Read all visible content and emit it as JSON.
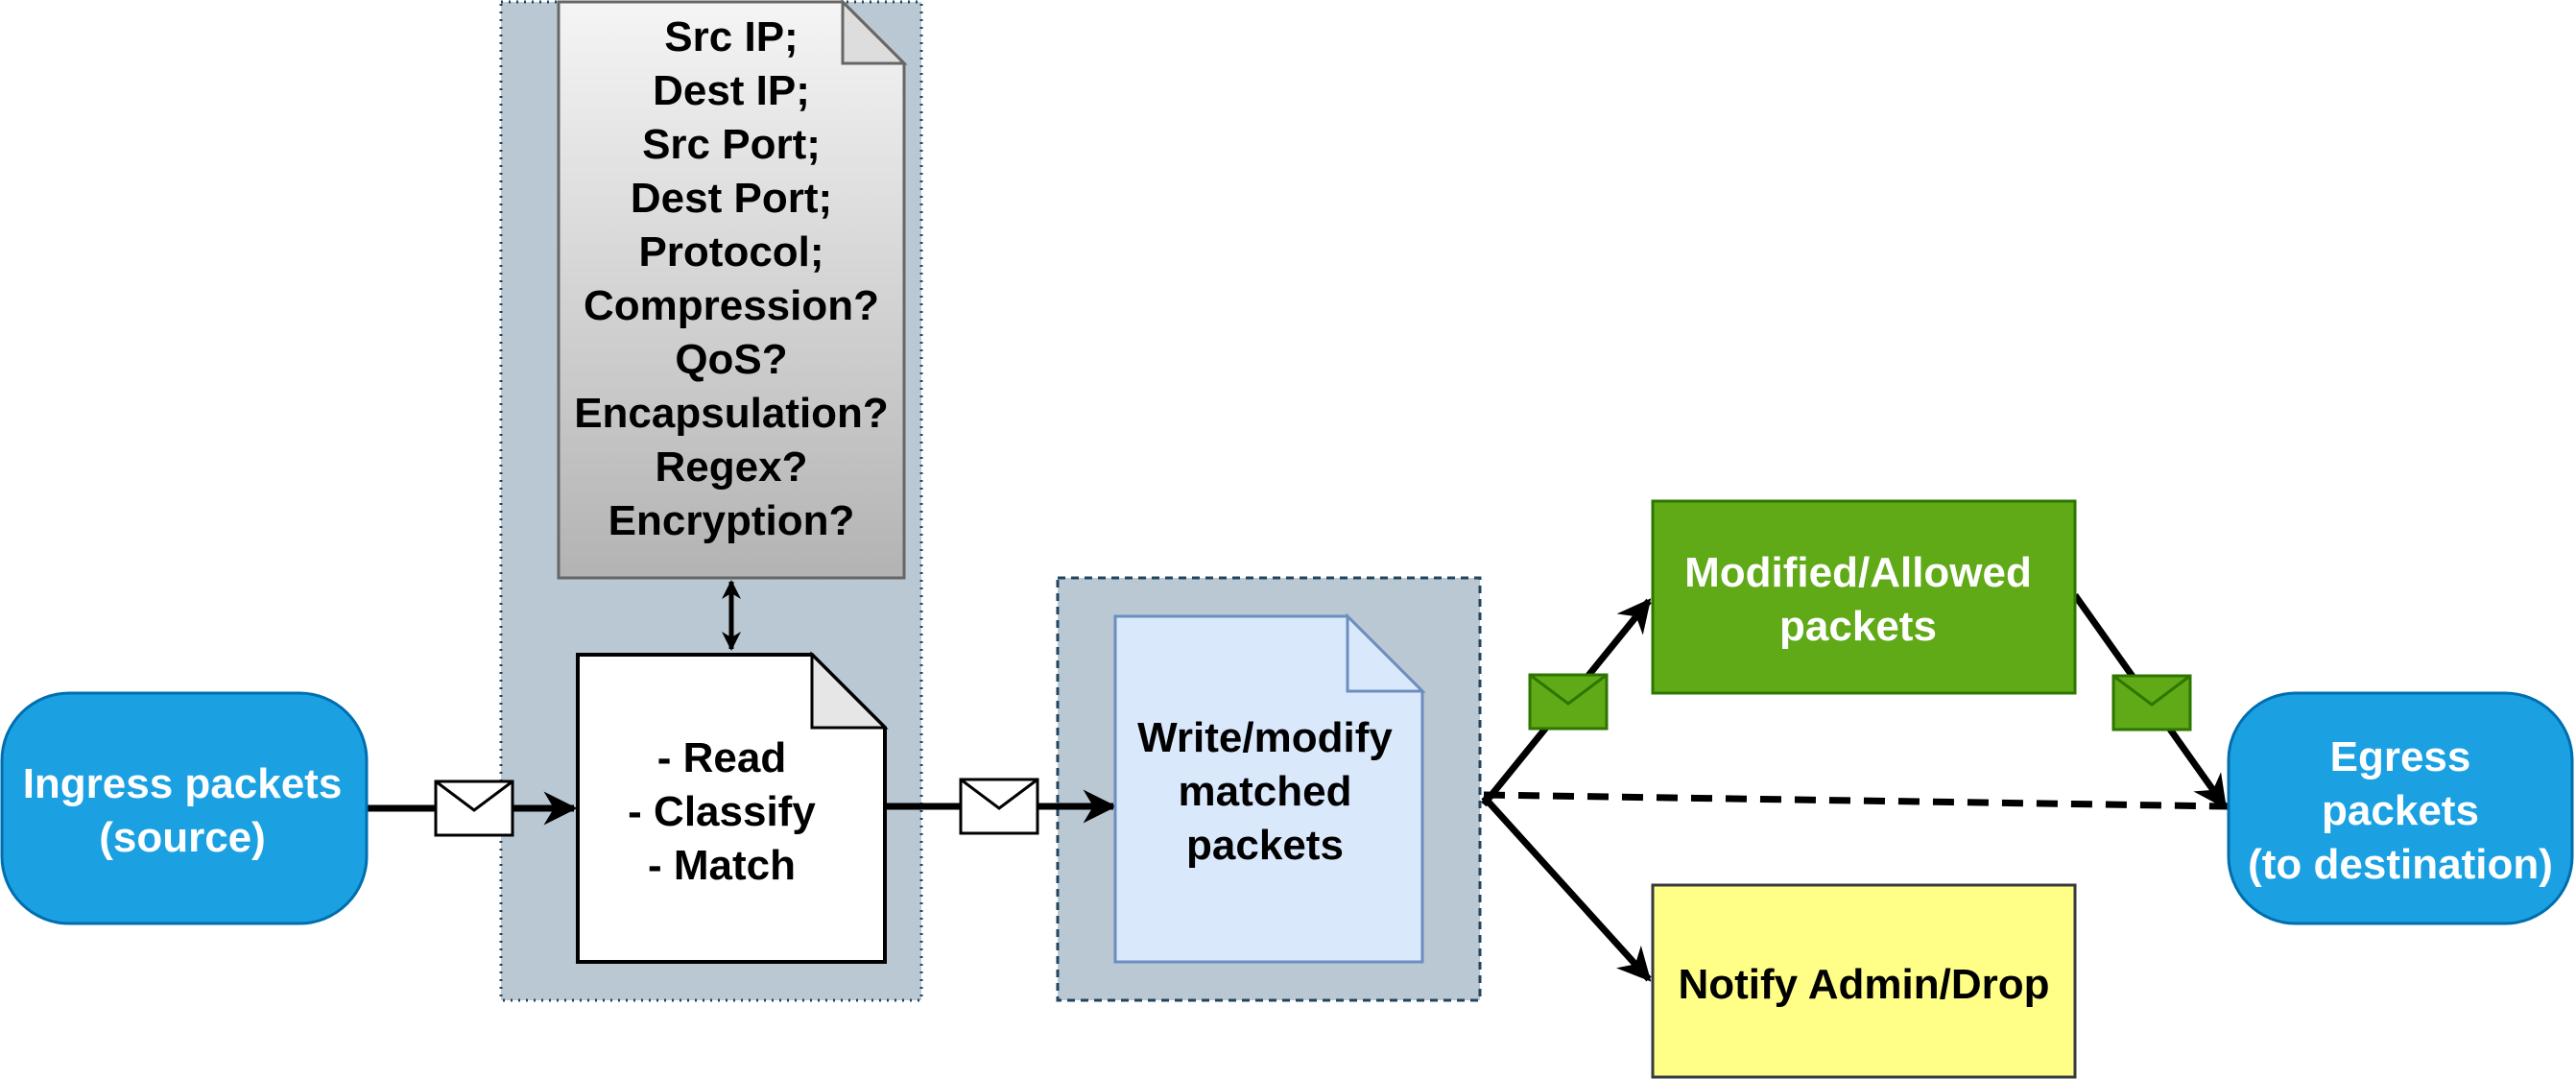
{
  "diagram": {
    "ingress": {
      "lines": [
        "Ingress packets",
        "(source)"
      ]
    },
    "criteria": {
      "lines": [
        "Src IP;",
        "Dest IP;",
        "Src Port;",
        "Dest Port;",
        "Protocol;",
        "Compression?",
        "QoS?",
        "Encapsulation?",
        "Regex?",
        "Encryption?"
      ]
    },
    "classifier": {
      "lines": [
        "- Read",
        "- Classify",
        "- Match"
      ]
    },
    "writer": {
      "lines": [
        "Write/modify",
        "matched",
        "packets"
      ]
    },
    "allowed": {
      "lines": [
        "Modified/Allowed",
        "packets"
      ]
    },
    "notify": {
      "lines": [
        "Notify Admin/Drop"
      ]
    },
    "egress": {
      "lines": [
        "Egress",
        "packets",
        "(to destination)"
      ]
    }
  },
  "colors": {
    "terminal_fill": "#1ba1e2",
    "terminal_stroke": "#006eaf",
    "container_fill": "#bac8d3",
    "container_stroke": "#23445d",
    "allowed_fill": "#60a917",
    "allowed_stroke": "#2d7600",
    "notify_fill": "#ffff88",
    "notify_stroke": "#36393d",
    "writer_fill": "#dae8fc",
    "writer_stroke": "#6c8ebf"
  }
}
